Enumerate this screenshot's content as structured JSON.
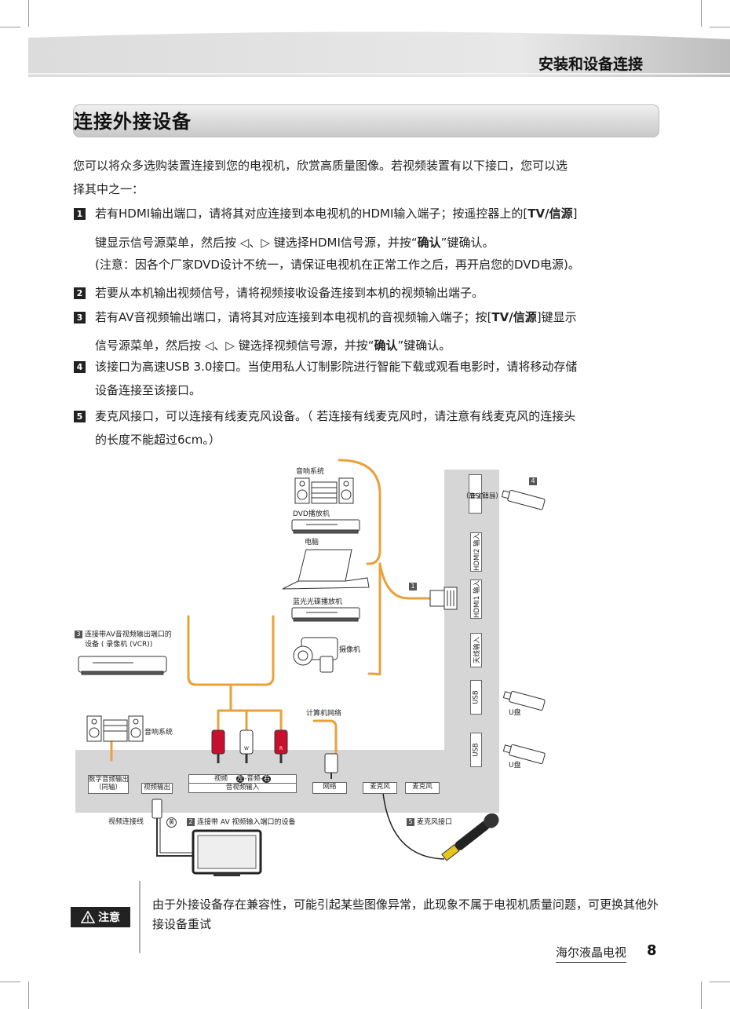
{
  "header": {
    "chapter": "安装和设备连接"
  },
  "section": {
    "title": "连接外接设备"
  },
  "intro": {
    "line1": "您可以将众多选购装置连接到您的电视机，欣赏高质量图像。若视频装置有以下接口，您可以选",
    "line2": "择其中之一："
  },
  "items": [
    {
      "num": "1",
      "l1a": "若有HDMI输出端口，请将其对应连接到本电视机的HDMI输入端子；按遥控器上的[",
      "l1b": "TV/信源",
      "l1c": "]",
      "l2a": "键显示信号源菜单，然后按",
      "l2b": "键选择HDMI信号源，并按“",
      "l2c": "确认",
      "l2d": "”键确认。",
      "l3": "(注意：因各个厂家DVD设计不统一，请保证电视机在正常工作之后，再开启您的DVD电源)。"
    },
    {
      "num": "2",
      "l1": "若要从本机输出视频信号，请将视频接收设备连接到本机的视频输出端子。"
    },
    {
      "num": "3",
      "l1a": "若有AV音视频输出端口，请将其对应连接到本电视机的音视频输入端子；按[",
      "l1b": "TV/信源",
      "l1c": "]键显示",
      "l2a": "信号源菜单，然后按",
      "l2b": "键选择视频信号源，并按“",
      "l2c": "确认",
      "l2d": "”键确认。"
    },
    {
      "num": "4",
      "l1": "该接口为高速USB 3.0接口。当使用私人订制影院进行智能下载或观看电影时，请将移动存储",
      "l2": "设备连接至该接口。"
    },
    {
      "num": "5",
      "l1": "麦克风接口，可以连接有线麦克风设备。（ 若连接有线麦克风时，请注意有线麦克风的连接头",
      "l2": "的长度不能超过6cm。）"
    }
  ],
  "arrows": {
    "left": "◁",
    "sep": "、",
    "right": "▷"
  },
  "diagram": {
    "devices": {
      "audio_system_top": "音响系统",
      "dvd": "DVD播放机",
      "pc": "电脑",
      "bluray": "蓝光光碟播放机",
      "camcorder": "摄像机",
      "vcr_num": "3",
      "vcr_l1": "连接带AV音视频输出端口的",
      "vcr_l2": "设备 ( 录像机 (VCR))",
      "audio_system_left": "音响系统",
      "network": "计算机网络",
      "udisk1": "U盘",
      "udisk2": "U盘",
      "video_cable": "视频连接线",
      "yellow": "黄",
      "tv_num": "2",
      "tv_label": "连接带 AV 视频输入端口的设备",
      "mic_num": "5",
      "mic_label": "麦克风接口",
      "hdmi_num": "1",
      "usb_num": "4",
      "w": "W",
      "r": "R"
    },
    "ports": {
      "usb_smart": "USB\n(智能下载)",
      "usb_smart_l1": "USB",
      "usb_smart_l2": "(智能下载)",
      "hdmi2": "HDMI2 输入",
      "hdmi1": "HDMI1 输入",
      "antenna": "天线输入",
      "usb_a": "USB",
      "usb_b": "USB",
      "digital_audio_l1": "数字音频输出",
      "digital_audio_l2": "（同轴）",
      "video_out": "视频输出",
      "av_video": "视频",
      "av_left": "左",
      "av_audio": "-音频-",
      "av_right": "右",
      "av_in": "音视频输入",
      "lan": "网络",
      "mic1": "麦克风",
      "mic2": "麦克风"
    }
  },
  "note": {
    "badge": "注意",
    "text": "由于外接设备存在兼容性，可能引起某些图像异常，此现象不属于电视机质量问题，可更换其他外接设备重试"
  },
  "footer": {
    "brand": "海尔液晶电视",
    "page": "8"
  },
  "colors": {
    "cable_orange": "#E8A23A",
    "panel_gray": "#D6D6D6",
    "rca_red": "#C8102E",
    "mic_yellow": "#E6C51E"
  }
}
